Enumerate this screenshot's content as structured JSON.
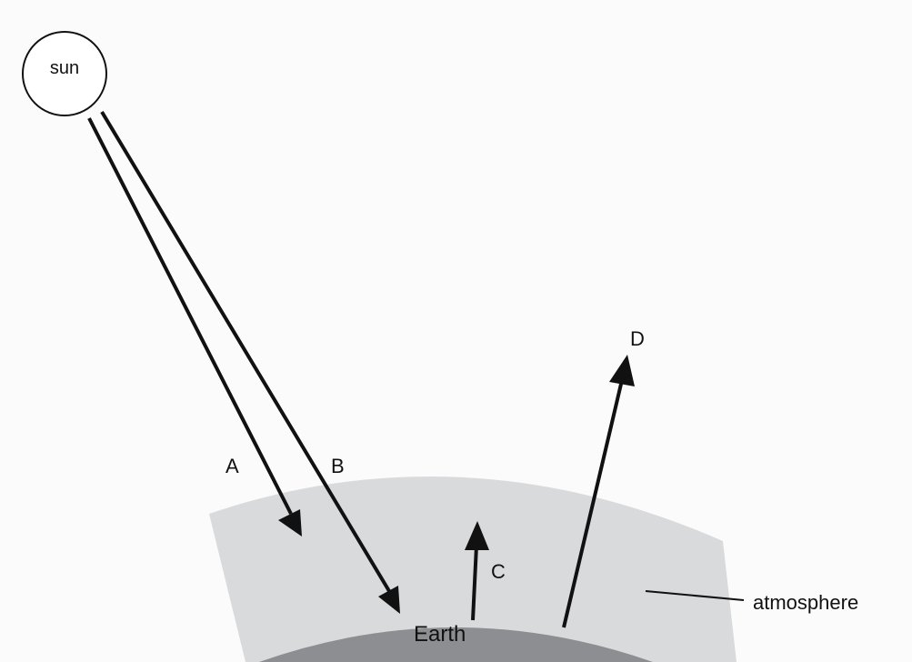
{
  "labels": {
    "sun": "sun",
    "earth": "Earth",
    "atmosphere": "atmosphere",
    "arrow_a": "A",
    "arrow_b": "B",
    "arrow_c": "C",
    "arrow_d": "D"
  },
  "colors": {
    "atmosphere_fill": "#d9dadc",
    "earth_fill": "#8d8e91",
    "line": "#111111"
  }
}
